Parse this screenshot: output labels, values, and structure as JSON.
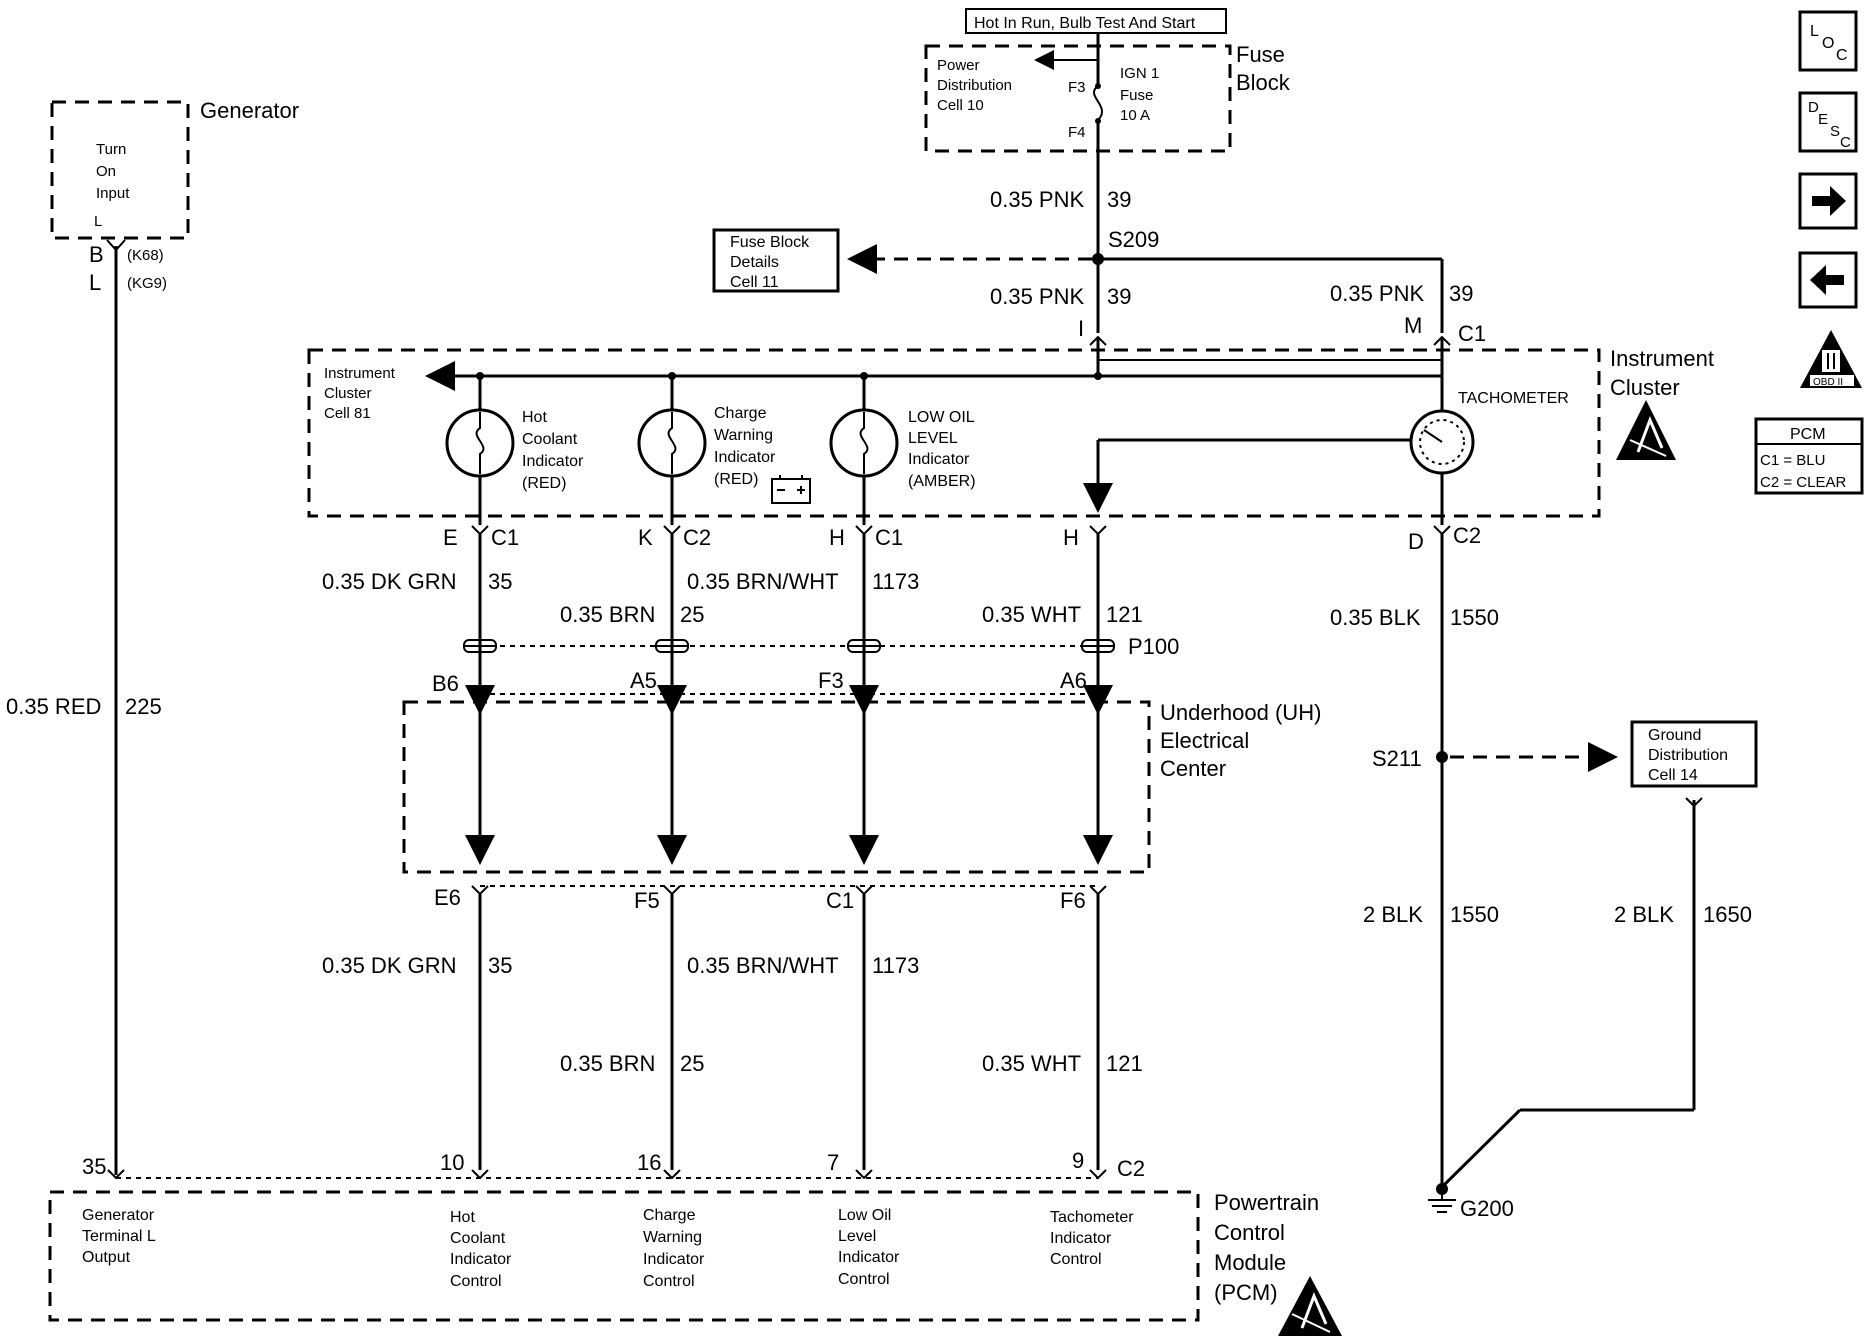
{
  "top_banner": "Hot In Run, Bulb Test And Start",
  "fuse_block": {
    "title_1": "Fuse",
    "title_2": "Block",
    "pd_1": "Power",
    "pd_2": "Distribution",
    "pd_3": "Cell 10",
    "fuse_1": "IGN 1",
    "fuse_2": "Fuse",
    "fuse_3": "10 A",
    "f3": "F3",
    "f4": "F4"
  },
  "fuse_details": {
    "l1": "Fuse Block",
    "l2": "Details",
    "l3": "Cell 11"
  },
  "generator": {
    "title": "Generator",
    "in_1": "Turn",
    "in_2": "On",
    "in_3": "Input",
    "pin": "L",
    "pin_b": "B",
    "pin_l": "L",
    "k68": "(K68)",
    "kg9": "(KG9)"
  },
  "splices": {
    "s209": "S209",
    "s211": "S211",
    "g200": "G200",
    "p100": "P100"
  },
  "cluster": {
    "title_1": "Instrument",
    "title_2": "Cluster",
    "cell_1": "Instrument",
    "cell_2": "Cluster",
    "cell_3": "Cell 81",
    "hot_coolant": [
      "Hot",
      "Coolant",
      "Indicator",
      "(RED)"
    ],
    "charge": [
      "Charge",
      "Warning",
      "Indicator",
      "(RED)"
    ],
    "low_oil": [
      "LOW OIL",
      "LEVEL",
      "Indicator",
      "(AMBER)"
    ],
    "tachometer": "TACHOMETER",
    "pin_i": "I",
    "pin_m": "M",
    "conn_c1": "C1",
    "pin_e": "E",
    "pin_k": "K",
    "pin_h1": "H",
    "pin_h2": "H",
    "pin_d": "D",
    "c1": "C1",
    "c2": "C2"
  },
  "uh_center": {
    "l1": "Underhood (UH)",
    "l2": "Electrical",
    "l3": "Center",
    "top_pins": [
      "B6",
      "A5",
      "F3",
      "A6"
    ],
    "bottom_pins": [
      "E6",
      "F5",
      "C1",
      "F6"
    ]
  },
  "ground_dist": {
    "l1": "Ground",
    "l2": "Distribution",
    "l3": "Cell 14"
  },
  "pcm": {
    "title": [
      "Powertrain",
      "Control",
      "Module",
      "(PCM)"
    ],
    "pins": [
      "35",
      "10",
      "16",
      "7",
      "9"
    ],
    "connector": "C2",
    "gen_out": [
      "Generator",
      "Terminal L",
      "Output"
    ],
    "hot_ctrl": [
      "Hot",
      "Coolant",
      "Indicator",
      "Control"
    ],
    "charge_ctrl": [
      "Charge",
      "Warning",
      "Indicator",
      "Control"
    ],
    "oil_ctrl": [
      "Low Oil",
      "Level",
      "Indicator",
      "Control"
    ],
    "tach_ctrl": [
      "Tachometer",
      "Indicator",
      "Control"
    ]
  },
  "pcm_legend": {
    "title": "PCM",
    "c1": "C1 = BLU",
    "c2": "C2 = CLEAR"
  },
  "wires": {
    "pnk_top_color": "0.35 PNK",
    "pnk_top_num": "39",
    "pnk_mid_color": "0.35 PNK",
    "pnk_mid_num": "39",
    "pnk_right_color": "0.35 PNK",
    "pnk_right_num": "39",
    "red_color": "0.35 RED",
    "red_num": "225",
    "dkgrn_top_color": "0.35 DK GRN",
    "dkgrn_top_num": "35",
    "brn_top_color": "0.35 BRN",
    "brn_top_num": "25",
    "brnwht_top_color": "0.35 BRN/WHT",
    "brnwht_top_num": "1173",
    "wht_top_color": "0.35 WHT",
    "wht_top_num": "121",
    "blk_top_color": "0.35 BLK",
    "blk_top_num": "1550",
    "dkgrn_bot_color": "0.35 DK GRN",
    "dkgrn_bot_num": "35",
    "brn_bot_color": "0.35 BRN",
    "brn_bot_num": "25",
    "brnwht_bot_color": "0.35 BRN/WHT",
    "brnwht_bot_num": "1173",
    "wht_bot_color": "0.35 WHT",
    "wht_bot_num": "121",
    "blk2_color": "2 BLK",
    "blk2_num": "1550",
    "blk3_color": "2 BLK",
    "blk3_num": "1650"
  },
  "nav_icons": [
    "loc-icon",
    "desc-icon",
    "next-arrow-icon",
    "prev-arrow-icon",
    "obd-ii-icon"
  ],
  "nav": {
    "loc_l": "L",
    "loc_o": "O",
    "loc_c": "C",
    "desc_d": "D",
    "desc_e": "E",
    "desc_s": "S",
    "desc_c": "C",
    "obd": "OBD II"
  }
}
